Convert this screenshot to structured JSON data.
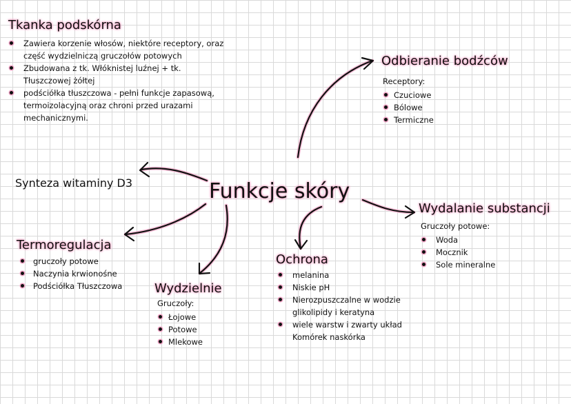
{
  "center_title": "Funkcje skóry",
  "tkanka": {
    "title": "Tkanka podskórna",
    "items": [
      "Zawiera korzenie włosów, niektóre receptory, oraz część wydzielniczą gruczołów potowych",
      "Zbudowana z tk. Włóknistej luźnej + tk. Tłuszczowej żółtej",
      "podściółka tłuszczowa - pełni funkcje zapasową, termoizolacyjną oraz chroni przed urazami mechanicznymi."
    ]
  },
  "odbieranie": {
    "title": "Odbieranie bodźców",
    "label": "Receptory:",
    "items": [
      "Czuciowe",
      "Bólowe",
      "Termiczne"
    ]
  },
  "synteza": {
    "title": "Synteza witaminy D3"
  },
  "wydalanie": {
    "title": "Wydalanie substancji",
    "label": "Gruczoły potowe:",
    "items": [
      "Woda",
      "Mocznik",
      "Sole mineralne"
    ]
  },
  "termoregulacja": {
    "title": "Termoregulacja",
    "items": [
      "gruczoły potowe",
      "Naczynia krwionośne",
      "Podściółka Tłuszczowa"
    ]
  },
  "wydzielnie": {
    "title": "Wydzielnie",
    "label": "Gruczoły:",
    "items": [
      "Łojowe",
      "Potowe",
      "Mlekowe"
    ]
  },
  "ochrona": {
    "title": "Ochrona",
    "items": [
      "melanina",
      "Niskie pH",
      "Nierozpuszczalne w wodzie glikolipidy i keratyna",
      "wiele warstw i zwarty układ Komórek naskórka"
    ]
  },
  "colors": {
    "highlight": "#f4a6c8",
    "ink": "#111111",
    "grid": "#d9d9d9"
  }
}
